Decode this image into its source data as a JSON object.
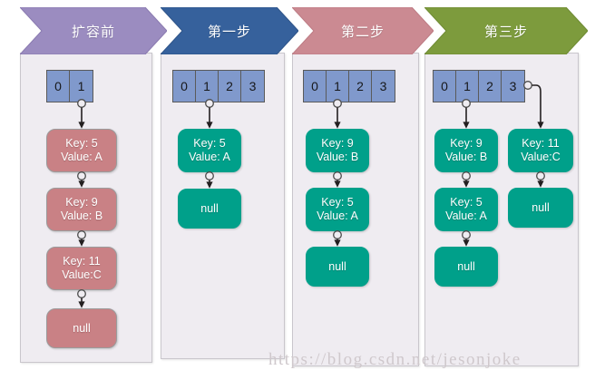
{
  "diagram": {
    "title_semantic": "hashmap-resize-steps",
    "watermark": "https://blog.csdn.net/jesonjoke",
    "colors": {
      "banner_stage0": "#9b8cc0",
      "banner_stage1": "#36619c",
      "banner_stage2": "#cb8a92",
      "banner_stage3": "#7d9b3d",
      "panel_bg": "#efecf1",
      "panel_border": "#c9c6cc",
      "array_cell": "#8099cc",
      "array_border": "#5a5a5a",
      "node_rose": "#c98185",
      "node_teal": "#00a08a",
      "arrow": "#231f20",
      "watermark": "#cfc8cc"
    }
  },
  "stages": [
    {
      "banner_label": "扩容前",
      "array_cells": [
        "0",
        "1"
      ],
      "chains": [
        {
          "from_cell_index": 1,
          "nodes": [
            {
              "lines": [
                "Key: 5",
                "Value: A"
              ],
              "style": "rose"
            },
            {
              "lines": [
                "Key: 9",
                "Value: B"
              ],
              "style": "rose"
            },
            {
              "lines": [
                "Key: 11",
                "Value:C"
              ],
              "style": "rose"
            },
            {
              "lines": [
                "null"
              ],
              "style": "rose"
            }
          ]
        }
      ]
    },
    {
      "banner_label": "第一步",
      "array_cells": [
        "0",
        "1",
        "2",
        "3"
      ],
      "chains": [
        {
          "from_cell_index": 1,
          "nodes": [
            {
              "lines": [
                "Key: 5",
                "Value: A"
              ],
              "style": "teal"
            },
            {
              "lines": [
                "null"
              ],
              "style": "teal"
            }
          ]
        }
      ]
    },
    {
      "banner_label": "第二步",
      "array_cells": [
        "0",
        "1",
        "2",
        "3"
      ],
      "chains": [
        {
          "from_cell_index": 1,
          "nodes": [
            {
              "lines": [
                "Key: 9",
                "Value: B"
              ],
              "style": "teal"
            },
            {
              "lines": [
                "Key: 5",
                "Value: A"
              ],
              "style": "teal"
            },
            {
              "lines": [
                "null"
              ],
              "style": "teal"
            }
          ]
        }
      ]
    },
    {
      "banner_label": "第三步",
      "array_cells": [
        "0",
        "1",
        "2",
        "3"
      ],
      "chains": [
        {
          "from_cell_index": 1,
          "nodes": [
            {
              "lines": [
                "Key: 9",
                "Value: B"
              ],
              "style": "teal"
            },
            {
              "lines": [
                "Key: 5",
                "Value: A"
              ],
              "style": "teal"
            },
            {
              "lines": [
                "null"
              ],
              "style": "teal"
            }
          ]
        },
        {
          "from_cell_index": 3,
          "nodes": [
            {
              "lines": [
                "Key: 11",
                "Value:C"
              ],
              "style": "teal"
            },
            {
              "lines": [
                "null"
              ],
              "style": "teal"
            }
          ]
        }
      ]
    }
  ]
}
